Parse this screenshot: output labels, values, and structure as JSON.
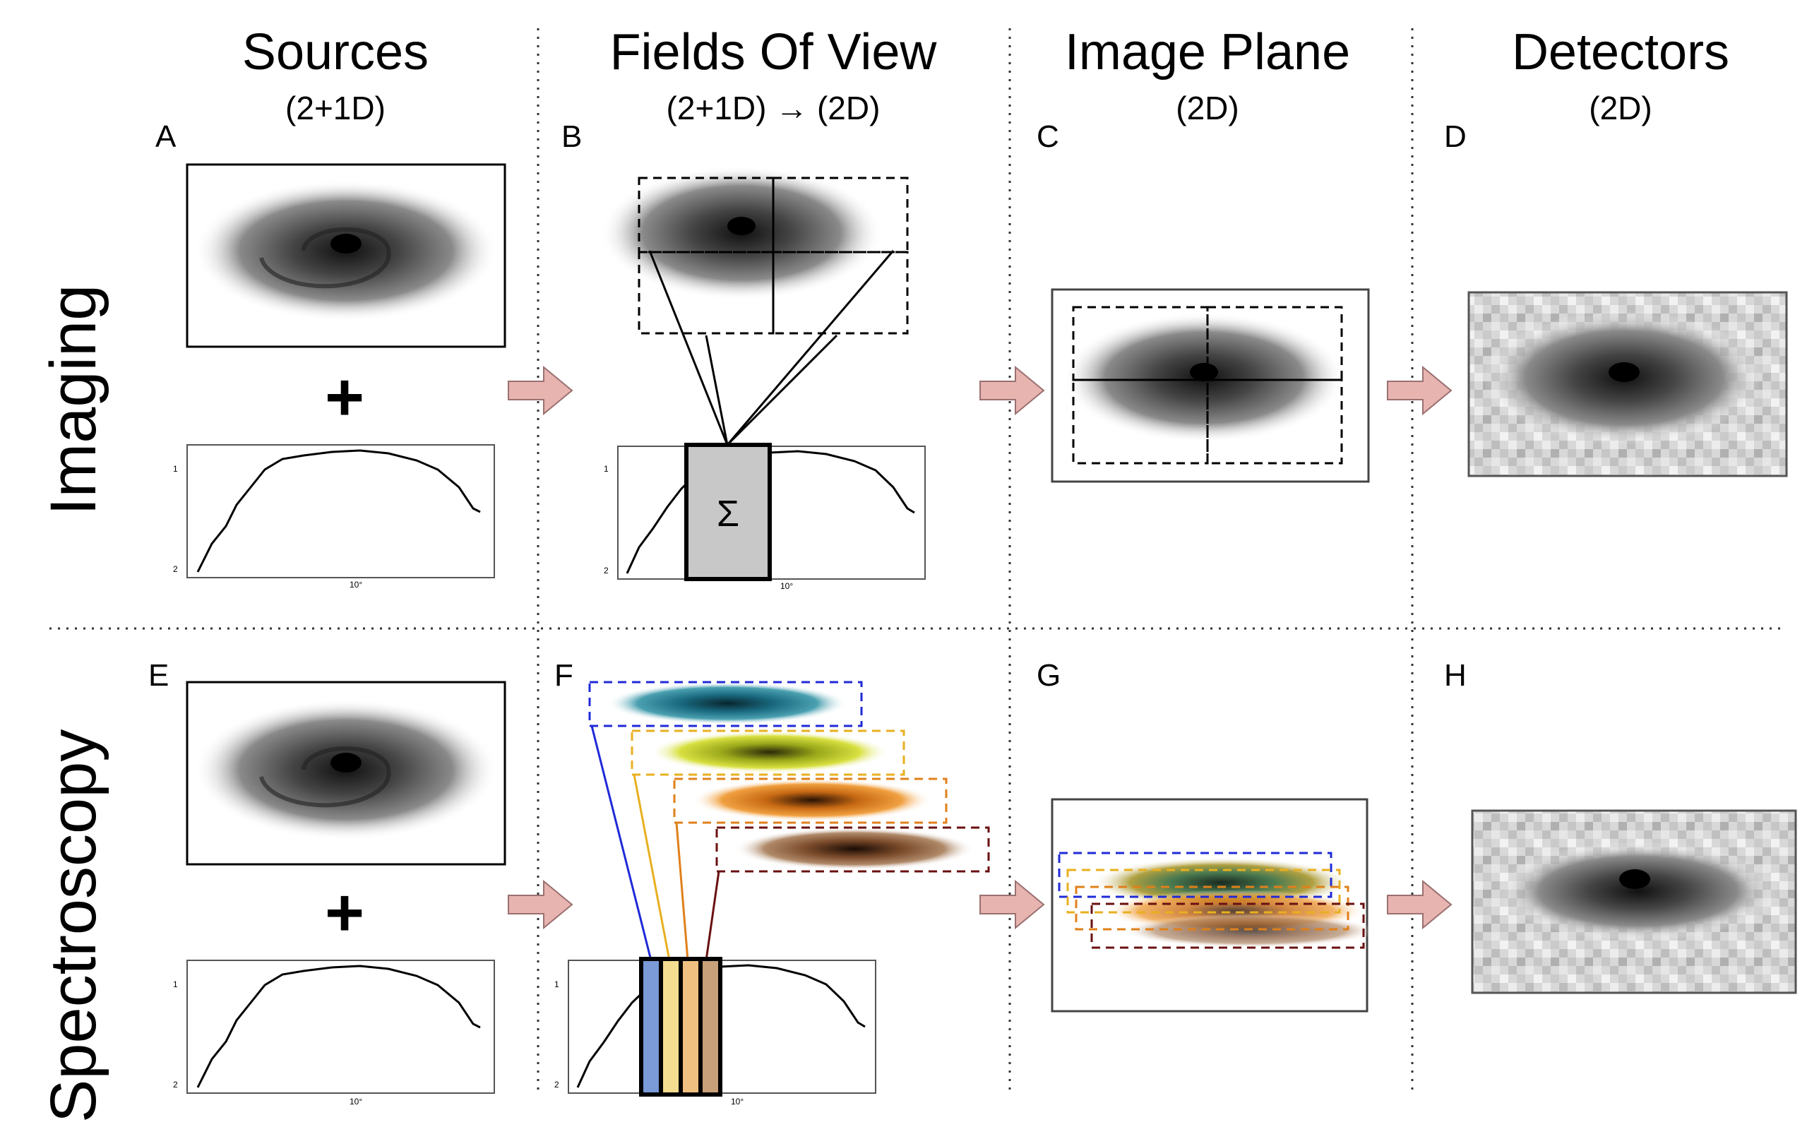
{
  "columns": [
    {
      "title": "Sources",
      "subtitle": "(2+1D)"
    },
    {
      "title": "Fields Of View",
      "subtitle": "(2+1D) → (2D)"
    },
    {
      "title": "Image Plane",
      "subtitle": "(2D)"
    },
    {
      "title": "Detectors",
      "subtitle": "(2D)"
    }
  ],
  "rows": [
    {
      "label": "Imaging"
    },
    {
      "label": "Spectroscopy"
    }
  ],
  "panels": {
    "imaging": [
      "A",
      "B",
      "C",
      "D"
    ],
    "spectroscopy": [
      "E",
      "F",
      "G",
      "H"
    ]
  },
  "plus_sign": "+",
  "sum_symbol": "Σ",
  "spectrum_ticks": {
    "y_top": "1",
    "y_bottom": "2",
    "x_center": "10°"
  },
  "colors": {
    "arrow_fill": "#e8b4b0",
    "arrow_stroke": "#9a7070",
    "sum_box_fill": "#c8c8c8",
    "fov_blue": "#1f2ad8",
    "fov_yellow": "#e8b020",
    "fov_orange": "#e0801a",
    "fov_brown": "#6a1010",
    "slice_blue": "#7a9ad8",
    "slice_yellow": "#f4dc90",
    "slice_orange": "#f0c080",
    "slice_brown": "#c8a07a",
    "galaxy_teal": "#1a6a80",
    "galaxy_yellow": "#b8c81a",
    "galaxy_orange": "#d8781a",
    "galaxy_brown": "#8a5a3a"
  },
  "icons": [
    "galaxy-image",
    "spectrum-plot",
    "right-arrow-icon",
    "dashed-fov-box",
    "sum-box",
    "noisy-detector"
  ]
}
